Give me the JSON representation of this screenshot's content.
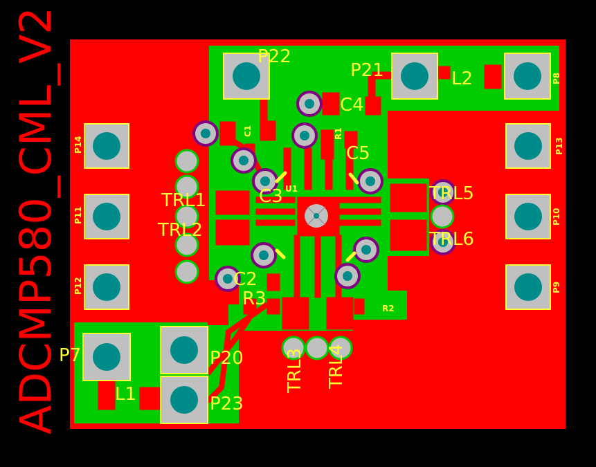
{
  "board_title": "ADCMP580_CML_V2",
  "pads": {
    "P22": "P22",
    "P21": "P21",
    "P8": "P8",
    "P14": "P14",
    "P13": "P13",
    "P11": "P11",
    "P10": "P10",
    "P12": "P12",
    "P9": "P9",
    "P7": "P7",
    "P20": "P20",
    "P23": "P23"
  },
  "components": {
    "C1": "C1",
    "C2": "C2",
    "C3": "C3",
    "C4": "C4",
    "C5": "C5",
    "R1": "R1",
    "R2": "R2",
    "R3": "R3",
    "L1": "L1",
    "L2": "L2",
    "U1": "U1",
    "TRL1": "TRL1",
    "TRL2": "TRL2",
    "TRL3": "TRL3",
    "TRL4": "TRL4",
    "TRL5": "TRL5",
    "TRL6": "TRL6"
  },
  "colors": {
    "background": "#000000",
    "copper_top": "#ff0000",
    "ground_pour": "#00cc00",
    "pad": "#c0c0c0",
    "drill": "#008b8b",
    "silkscreen": "#ffff33",
    "via_ring": "#800080"
  }
}
